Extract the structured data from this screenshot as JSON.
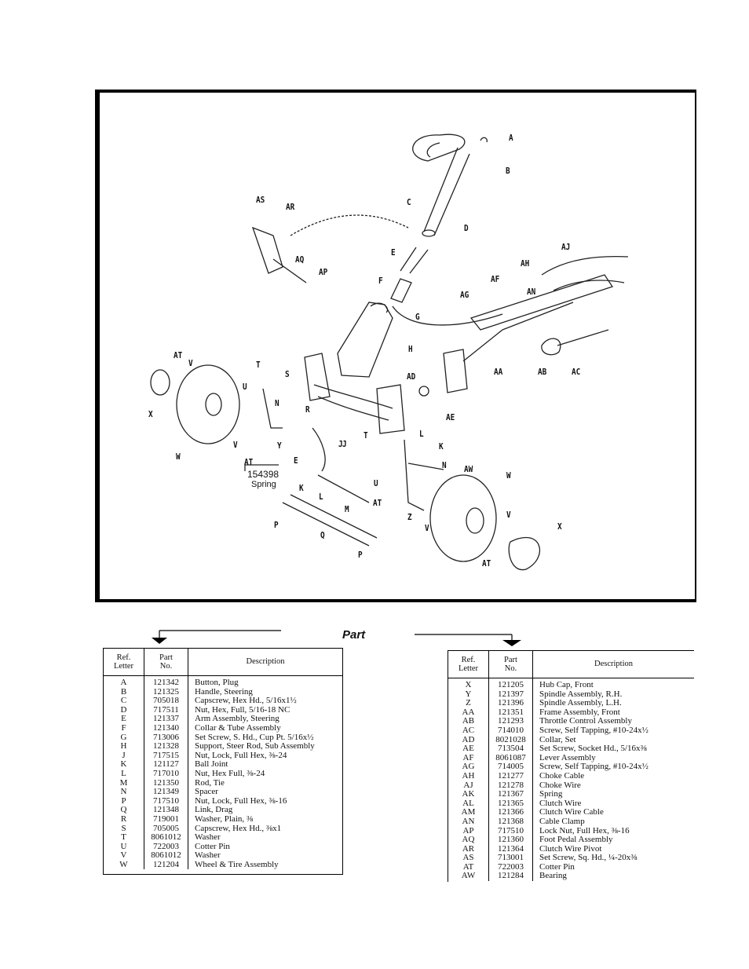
{
  "diagram": {
    "callouts": [
      "A",
      "B",
      "C",
      "D",
      "E",
      "F",
      "G",
      "H",
      "J",
      "AS",
      "AR",
      "AQ",
      "AP",
      "AJ",
      "AH",
      "AF",
      "AG",
      "AN",
      "AA",
      "AB",
      "AC",
      "AD",
      "AE",
      "AT",
      "V",
      "T",
      "S",
      "U",
      "N",
      "R",
      "X",
      "W",
      "V",
      "Y",
      "E",
      "J",
      "AT",
      "K",
      "L",
      "M",
      "P",
      "Q",
      "P",
      "T",
      "L",
      "K",
      "N",
      "AW",
      "W",
      "U",
      "AT",
      "Z",
      "V",
      "V",
      "X",
      "AT"
    ],
    "inset_part_no": "154398",
    "inset_part_name": "Spring"
  },
  "section_word": "Part",
  "table_headers": {
    "ref": [
      "Ref.",
      "Letter"
    ],
    "part": [
      "Part",
      "No."
    ],
    "desc": "Description"
  },
  "left_table": [
    {
      "ref": "A",
      "part": "121342",
      "desc": "Button, Plug"
    },
    {
      "ref": "B",
      "part": "121325",
      "desc": "Handle, Steering"
    },
    {
      "ref": "C",
      "part": "705018",
      "desc": "Capscrew, Hex Hd., 5/16x1½"
    },
    {
      "ref": "D",
      "part": "717511",
      "desc": "Nut, Hex, Full, 5/16-18 NC"
    },
    {
      "ref": "E",
      "part": "121337",
      "desc": "Arm Assembly, Steering"
    },
    {
      "ref": "F",
      "part": "121340",
      "desc": "Collar & Tube Assembly"
    },
    {
      "ref": "G",
      "part": "713006",
      "desc": "Set Screw, S. Hd., Cup Pt. 5/16x½"
    },
    {
      "ref": "H",
      "part": "121328",
      "desc": "Support, Steer Rod, Sub Assembly"
    },
    {
      "ref": "J",
      "part": "717515",
      "desc": "Nut, Lock, Full Hex, ⅜-24"
    },
    {
      "ref": "K",
      "part": "121127",
      "desc": "Ball Joint"
    },
    {
      "ref": "L",
      "part": "717010",
      "desc": "Nut, Hex Full, ⅜-24"
    },
    {
      "ref": "M",
      "part": "121350",
      "desc": "Rod, Tie"
    },
    {
      "ref": "N",
      "part": "121349",
      "desc": "Spacer"
    },
    {
      "ref": "P",
      "part": "717510",
      "desc": "Nut, Lock, Full Hex, ⅜-16"
    },
    {
      "ref": "Q",
      "part": "121348",
      "desc": "Link, Drag"
    },
    {
      "ref": "R",
      "part": "719001",
      "desc": "Washer, Plain, ⅜"
    },
    {
      "ref": "S",
      "part": "705005",
      "desc": "Capscrew, Hex Hd., ⅜x1"
    },
    {
      "ref": "T",
      "part": "8061012",
      "desc": "Washer"
    },
    {
      "ref": "U",
      "part": "722003",
      "desc": "Cotter Pin"
    },
    {
      "ref": "V",
      "part": "8061012",
      "desc": "Washer"
    },
    {
      "ref": "W",
      "part": "121204",
      "desc": "Wheel & Tire Assembly"
    }
  ],
  "right_table": [
    {
      "ref": "X",
      "part": "121205",
      "desc": "Hub Cap, Front"
    },
    {
      "ref": "Y",
      "part": "121397",
      "desc": "Spindle Assembly, R.H."
    },
    {
      "ref": "Z",
      "part": "121396",
      "desc": "Spindle Assembly, L.H."
    },
    {
      "ref": "AA",
      "part": "121351",
      "desc": "Frame Assembly, Front"
    },
    {
      "ref": "AB",
      "part": "121293",
      "desc": "Throttle Control Assembly"
    },
    {
      "ref": "AC",
      "part": "714010",
      "desc": "Screw, Self Tapping, #10-24x½"
    },
    {
      "ref": "AD",
      "part": "8021028",
      "desc": "Collar, Set"
    },
    {
      "ref": "AE",
      "part": "713504",
      "desc": "Set Screw, Socket Hd., 5/16x⅜"
    },
    {
      "ref": "AF",
      "part": "8061087",
      "desc": "Lever Assembly"
    },
    {
      "ref": "AG",
      "part": "714005",
      "desc": "Screw, Self Tapping, #10-24x½"
    },
    {
      "ref": "AH",
      "part": "121277",
      "desc": "Choke Cable"
    },
    {
      "ref": "AJ",
      "part": "121278",
      "desc": "Choke Wire"
    },
    {
      "ref": "AK",
      "part": "121367",
      "desc": "Spring"
    },
    {
      "ref": "AL",
      "part": "121365",
      "desc": "Clutch Wire"
    },
    {
      "ref": "AM",
      "part": "121366",
      "desc": "Clutch Wire Cable"
    },
    {
      "ref": "AN",
      "part": "121368",
      "desc": "Cable Clamp"
    },
    {
      "ref": "AP",
      "part": "717510",
      "desc": "Lock Nut, Full Hex, ⅜-16"
    },
    {
      "ref": "AQ",
      "part": "121360",
      "desc": "Foot Pedal Assembly"
    },
    {
      "ref": "AR",
      "part": "121364",
      "desc": "Clutch Wire Pivot"
    },
    {
      "ref": "AS",
      "part": "713001",
      "desc": "Set Screw, Sq. Hd., ¼-20x⅜"
    },
    {
      "ref": "AT",
      "part": "722003",
      "desc": "Cotter Pin"
    },
    {
      "ref": "AW",
      "part": "121284",
      "desc": "Bearing"
    }
  ]
}
